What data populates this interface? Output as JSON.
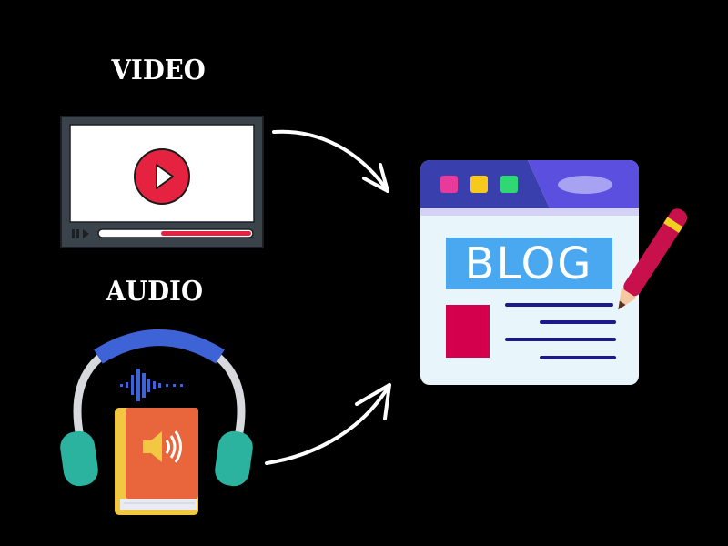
{
  "labels": {
    "video": "VIDEO",
    "audio": "AUDIO",
    "blog": "BLOG"
  },
  "icons": {
    "video": "video-player-icon",
    "audio": "headphones-audiobook-icon",
    "blog": "blog-webpage-icon",
    "arrow_top": "curved-arrow-down-right",
    "arrow_bottom": "curved-arrow-up-right"
  },
  "colors": {
    "background": "#000000",
    "play_red": "#e5223f",
    "headband_blue": "#3e63d6",
    "earcup_teal": "#2bb3a0",
    "book_orange": "#e9663c",
    "browser_purple": "#5b4fe0",
    "blog_banner_blue": "#4aa8f0",
    "pencil_crimson": "#c8104d"
  }
}
